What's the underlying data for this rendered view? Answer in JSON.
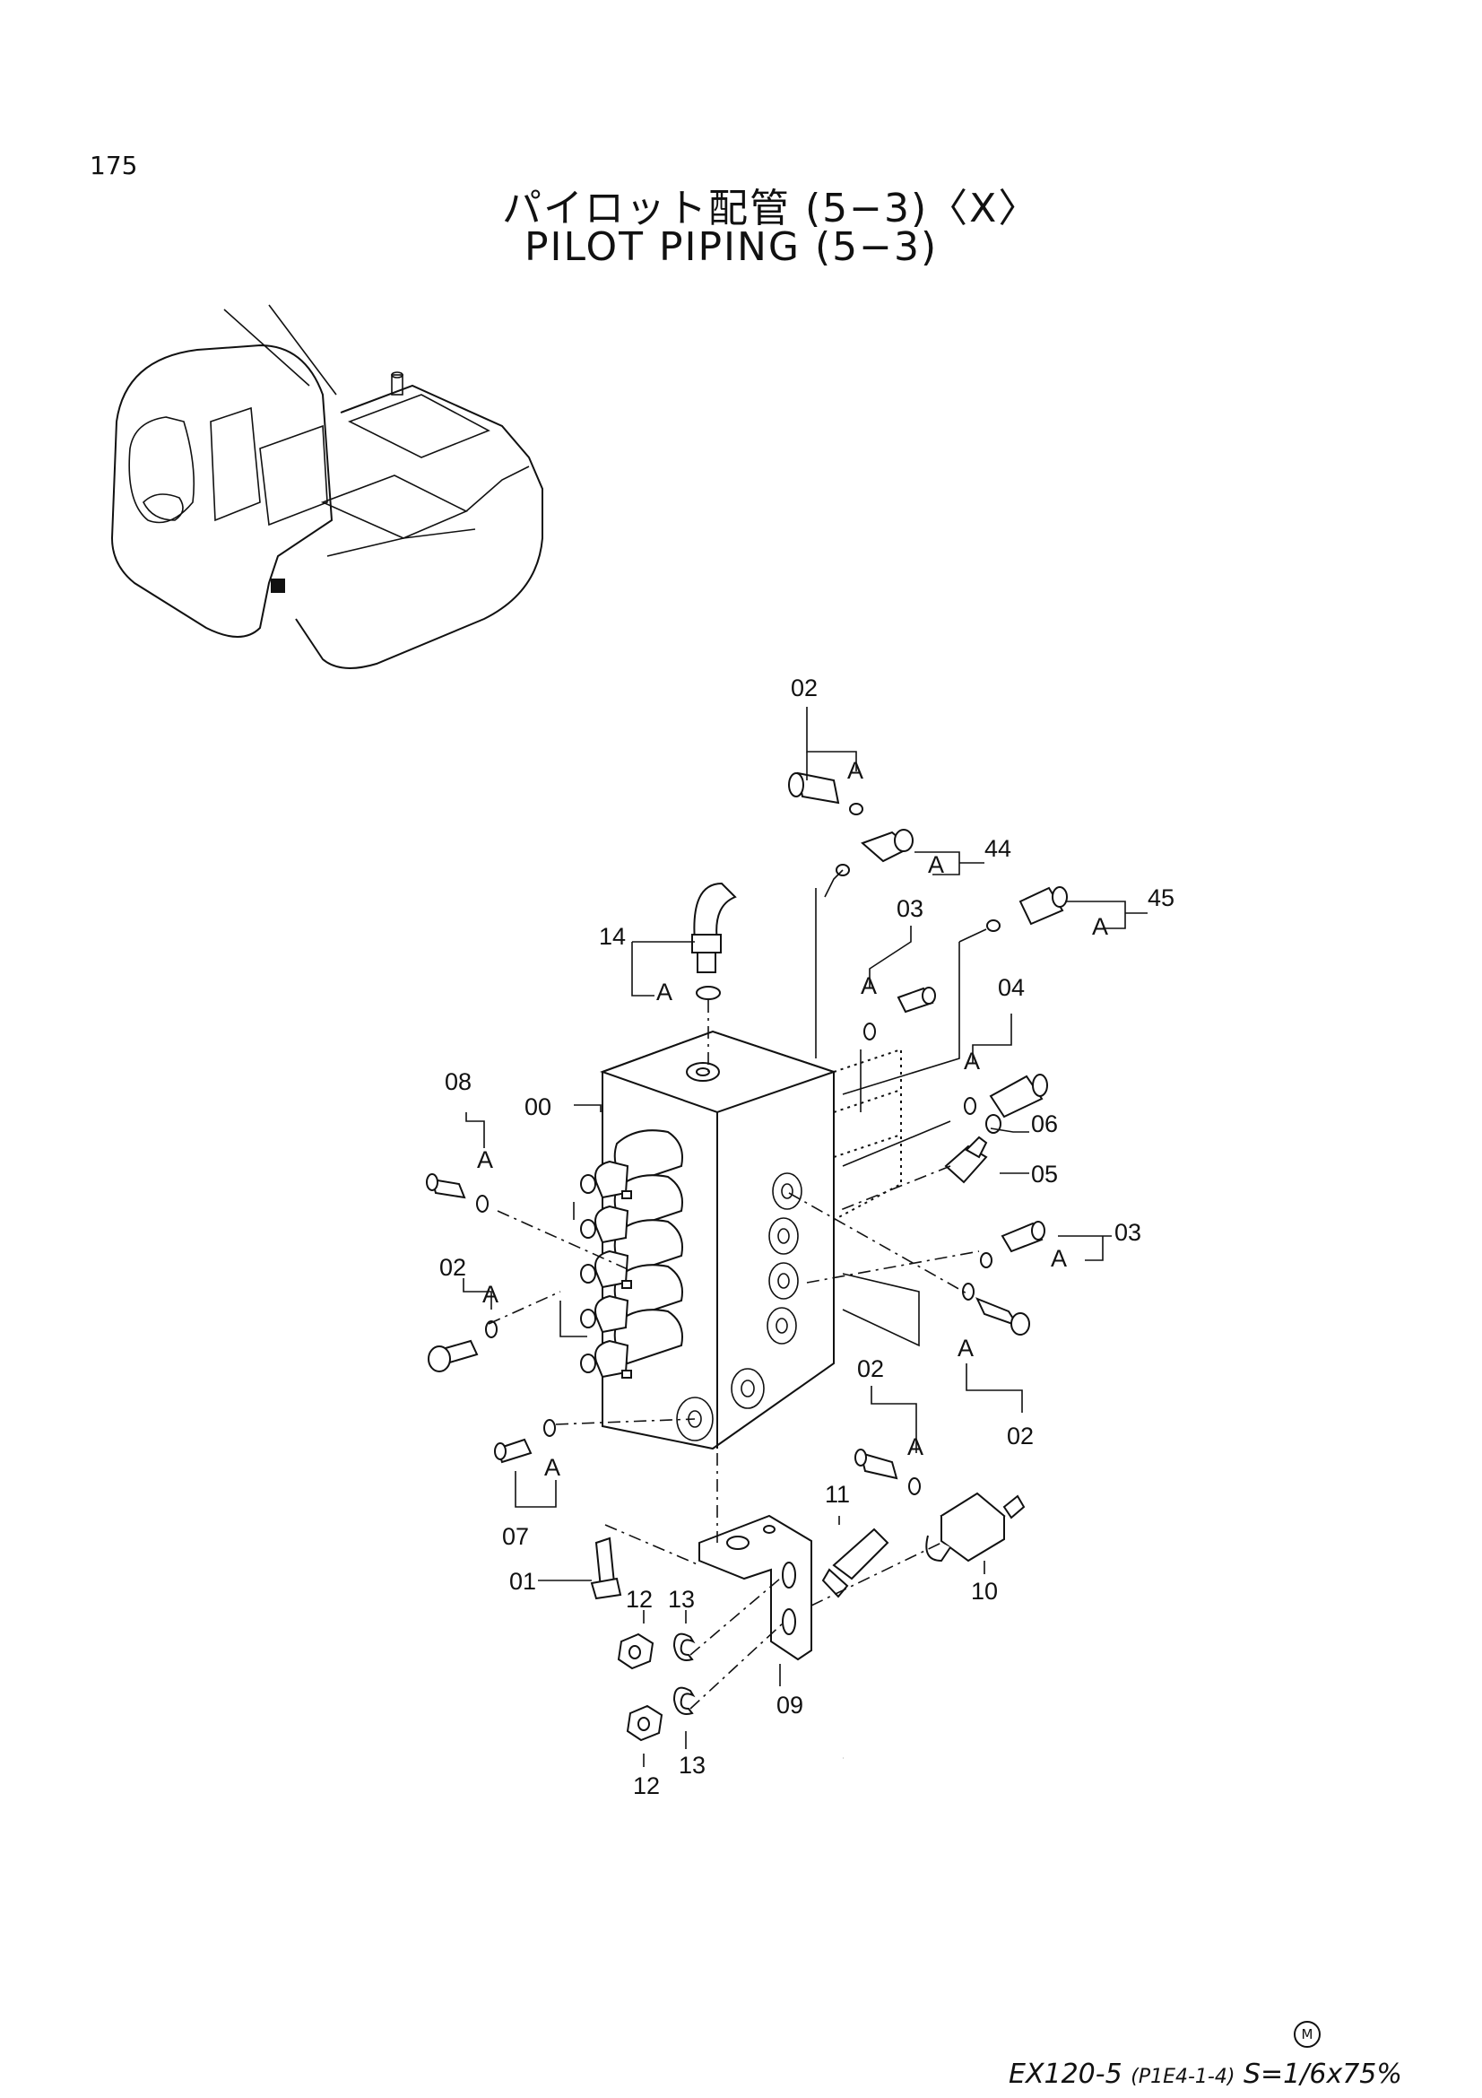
{
  "page_number": "175",
  "title_jp": "パイロット配管 (5−3)〈X〉",
  "title_en": "PILOT PIPING (5−3)",
  "footer": {
    "model": "EX120-5",
    "ref": "(P1E4-1-4)",
    "scale": "S=1/6x75%",
    "mark": "M"
  },
  "callouts": {
    "c02a": "02",
    "c44": "44",
    "c45": "45",
    "c03a": "03",
    "c14": "14",
    "c04": "04",
    "c00": "00",
    "c08": "08",
    "c06": "06",
    "c05": "05",
    "c03b": "03",
    "c02b": "02",
    "c02c": "02",
    "c02d": "02",
    "c07": "07",
    "c11": "11",
    "c10": "10",
    "c01": "01",
    "c12a": "12",
    "c13a": "13",
    "c09": "09",
    "c13b": "13",
    "c12b": "12"
  },
  "group_mark": "A"
}
